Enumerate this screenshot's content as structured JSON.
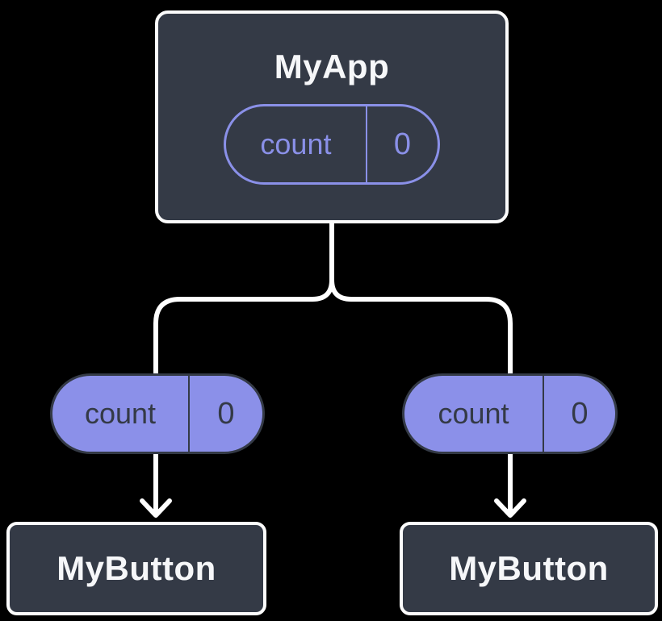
{
  "diagram": {
    "type": "react-component-tree",
    "colors": {
      "background": "#000000",
      "box_fill": "#343A46",
      "box_border": "#FCFCFC",
      "title_text": "#F6F7F9",
      "purple_outline": "#8A90E8",
      "pill_fill": "#8B90E9",
      "pill_border": "#343A46",
      "pill_text_dark": "#343A46",
      "connector": "#FFFFFF"
    },
    "parent": {
      "label": "MyApp",
      "state_pill": {
        "name": "count",
        "value": "0"
      }
    },
    "children": [
      {
        "label": "MyButton",
        "prop_pill": {
          "name": "count",
          "value": "0"
        }
      },
      {
        "label": "MyButton",
        "prop_pill": {
          "name": "count",
          "value": "0"
        }
      }
    ]
  }
}
